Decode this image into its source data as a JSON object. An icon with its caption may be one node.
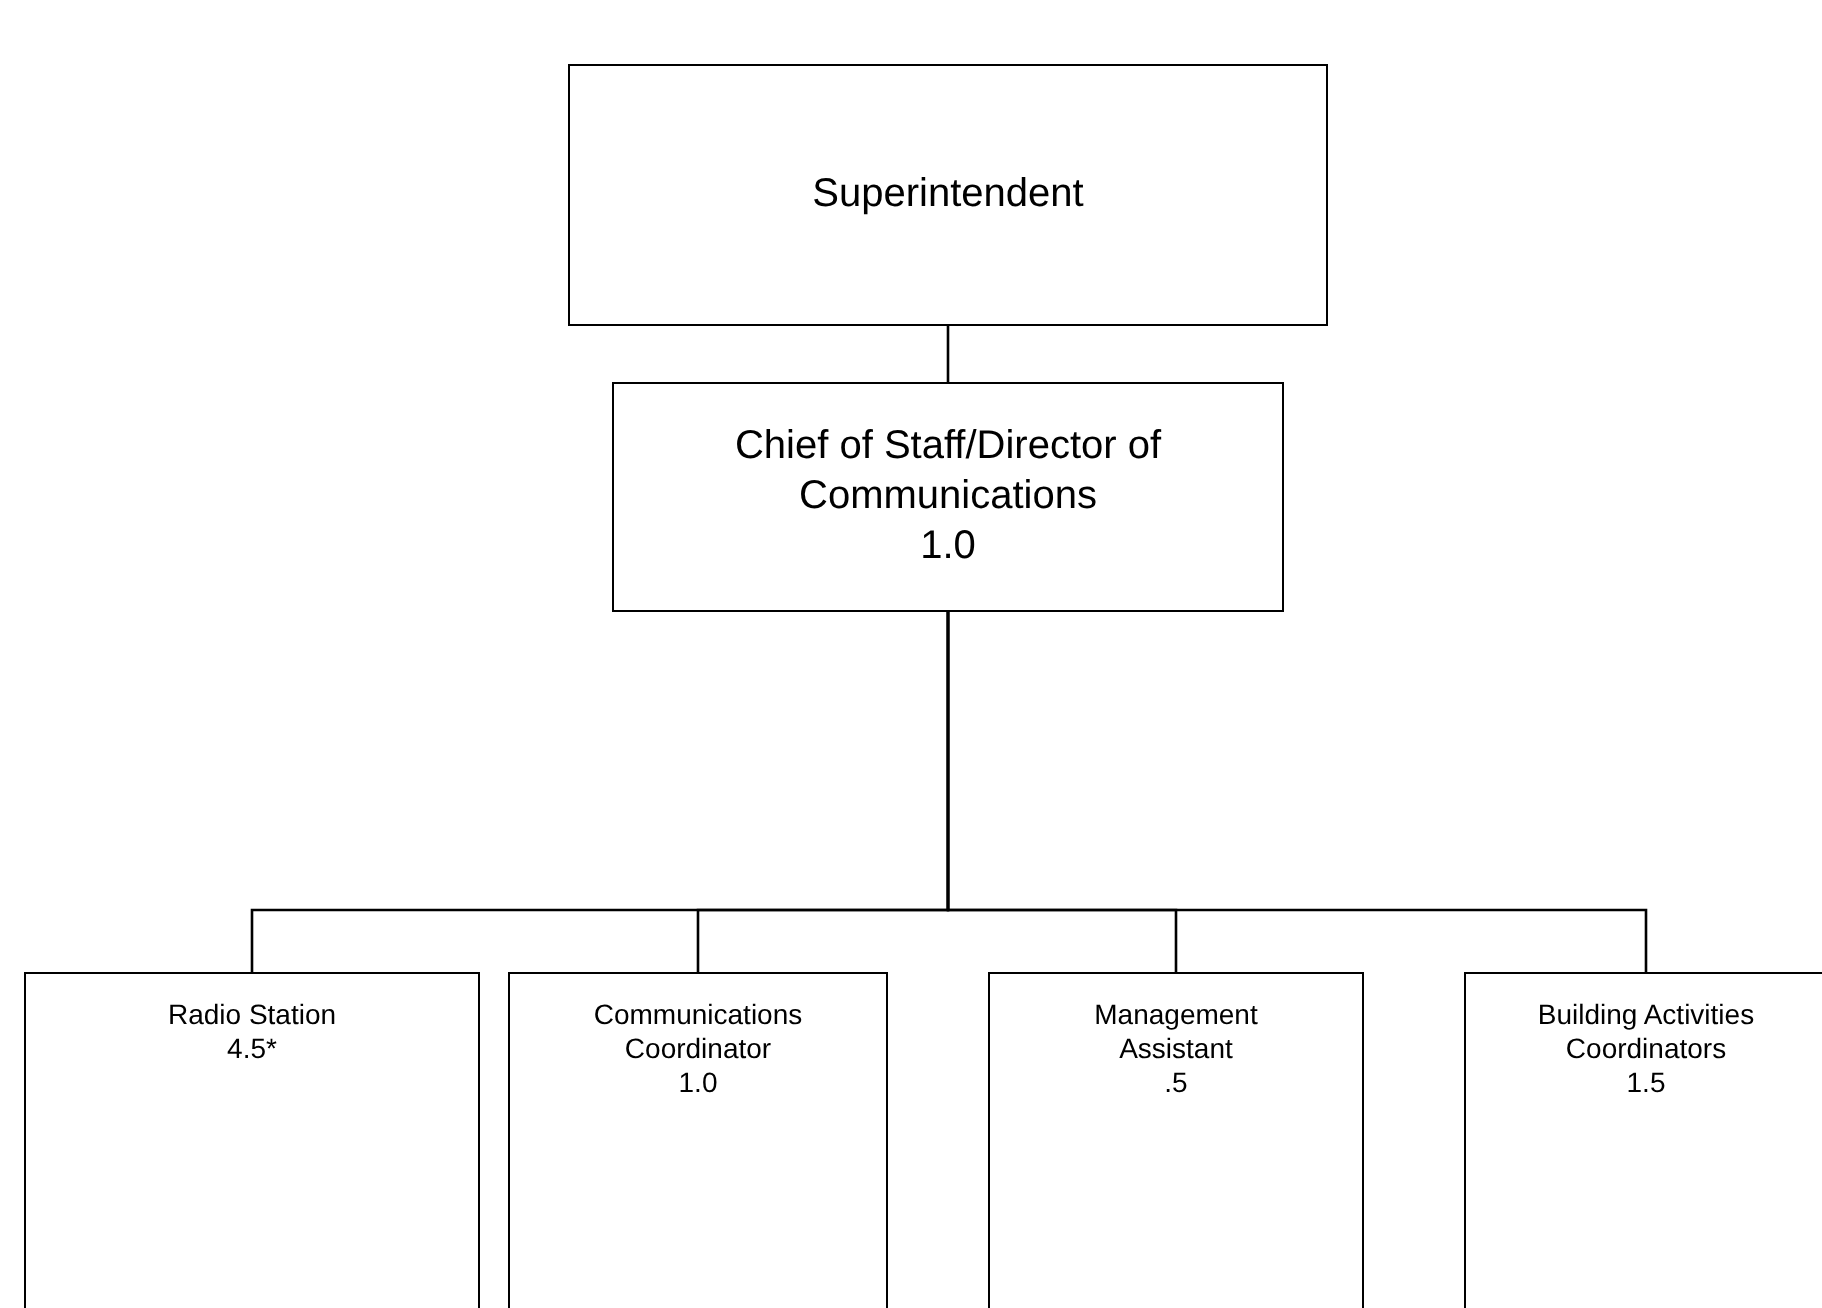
{
  "diagram": {
    "nodes": [
      {
        "text": [
          "Superintendent"
        ]
      },
      {
        "text": [
          "Chief of Staff/Director of Communications",
          "1.0"
        ]
      },
      {
        "text": [
          "Radio Station",
          "4.5*"
        ]
      },
      {
        "text": [
          "Communications Coordinator",
          "1.0"
        ]
      },
      {
        "text": [
          "Management Assistant",
          ".5"
        ]
      },
      {
        "text": [
          "Building Activities Coordinators",
          "1.5"
        ]
      }
    ],
    "edges": [
      {
        "from": 0,
        "to": 1,
        "arrow": "none"
      },
      {
        "from": 1,
        "to": 2,
        "arrow": "none"
      },
      {
        "from": 1,
        "to": 3,
        "arrow": "none"
      },
      {
        "from": 1,
        "to": 4,
        "arrow": "none"
      },
      {
        "from": 1,
        "to": 5,
        "arrow": "none"
      }
    ]
  }
}
